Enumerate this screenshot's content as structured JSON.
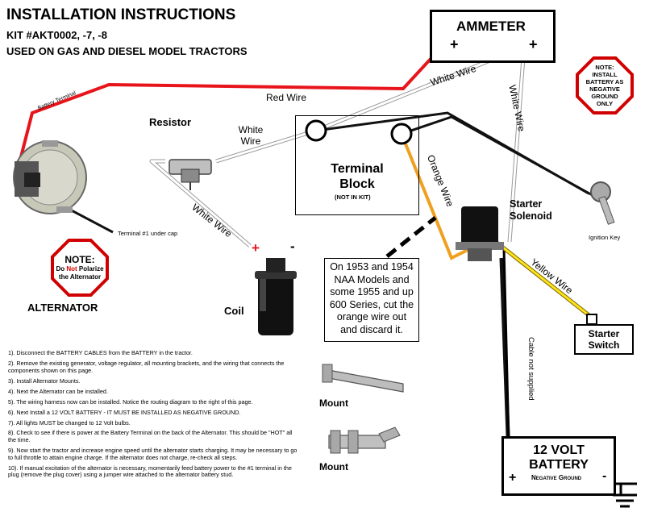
{
  "header": {
    "title": "INSTALLATION INSTRUCTIONS",
    "kit": "KIT #AKT0002, -7, -8",
    "subtitle": "USED ON GAS AND DIESEL MODEL TRACTORS"
  },
  "components": {
    "ammeter": {
      "label": "AMMETER",
      "plus_left": "+",
      "plus_right": "+"
    },
    "terminal_block": {
      "title": "Terminal Block",
      "note": "(NOT IN KIT)"
    },
    "resistor": "Resistor",
    "alternator": "ALTERNATOR",
    "coil": {
      "label": "Coil",
      "plus": "+",
      "minus": "-"
    },
    "starter_solenoid": "Starter Solenoid",
    "ignition_key": "Ignition Key",
    "starter_switch": "Starter Switch",
    "battery": {
      "label": "12 VOLT BATTERY",
      "sub": "Negative Ground",
      "plus": "+",
      "minus": "-"
    },
    "mount_1": "Mount",
    "mount_2": "Mount"
  },
  "wire_labels": {
    "red": "Red Wire",
    "white_top": "White Wire",
    "white_right": "White Wire",
    "white_resistor": "White Wire",
    "white_coil": "White Wire",
    "orange": "Orange Wire",
    "yellow": "Yellow Wire",
    "battery_terminal": "Battery Terminal",
    "terminal_1": "Terminal #1 under cap",
    "cable": "Cable not supplied"
  },
  "notes": {
    "negative_ground": "NOTE: INSTALL BATTERY AS NEGATIVE GROUND ONLY",
    "polarize_title": "NOTE:",
    "polarize_pre": "Do ",
    "polarize_not": "Not",
    "polarize_post": " Polarize the Alternator",
    "naa": "On 1953 and 1954 NAA Models and some 1955 and up 600 Series, cut the orange wire out and discard it."
  },
  "steps": [
    "1). Disconnect the BATTERY CABLES from the BATTERY in the tractor.",
    "2). Remove the existing generator, voltage regulator, all mounting brackets, and the wiring that connects the components shown on this page.",
    "3). Install Alternator Mounts.",
    "4). Next the Alternator can be installed.",
    "5). The wiring harness now can be installed. Notice the routing diagram to the right of this page.",
    "6). Next Install a 12 VOLT BATTERY - IT MUST BE INSTALLED AS NEGATIVE GROUND.",
    "7). All lights MUST be changed to 12 Volt bulbs.",
    "8). Check to see if there is power at the Battery Terminal on the back of the Alternator. This should be \"HOT\" all the time.",
    "9). Now start the tractor and increase engine speed until the alternator starts charging. It may be necessary to go to full throttle to attain engine charge. If the alternator does not charge, re-check all steps.",
    "10). If manual excitation of the alternator is necessary, momentarily feed battery power to the #1 terminal in the plug (remove the plug cover) using a jumper wire attached to the alternator battery stud."
  ],
  "colors": {
    "red_wire": "#e8141b",
    "orange_wire": "#f0a020",
    "yellow_wire": "#ffe21a",
    "white_wire": "#c8c8c8",
    "note_red": "#d10000"
  }
}
